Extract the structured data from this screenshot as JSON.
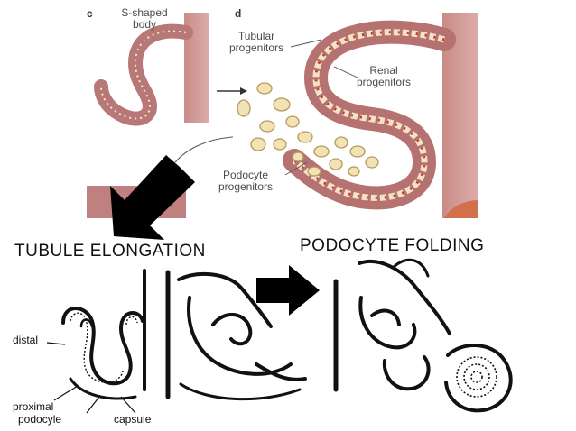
{
  "top_panel": {
    "panel_c_letter": "c",
    "panel_d_letter": "d",
    "s_shaped_body_label": [
      "S-shaped",
      "body"
    ],
    "tubular_progenitors_label": [
      "Tubular",
      "progenitors"
    ],
    "renal_progenitors_label": [
      "Renal",
      "progenitors"
    ],
    "podocyte_progenitors_label": [
      "Podocyte",
      "progenitors"
    ]
  },
  "bottom_panel": {
    "title_left": "TUBULE ELONGATION",
    "title_right": "PODOCYTE FOLDING",
    "label_distal": "distal",
    "label_proximal": "proximal",
    "label_podocyte": "podocyle",
    "label_capsule": "capsule"
  },
  "colors": {
    "tubule_fill": "#c48383",
    "tubule_dark": "#a86a6a",
    "cell_ring": "#f1e3c6",
    "cell_core": "#c23b2c",
    "pink_wall": "#d4a09c",
    "progenitor_cell": "#f2e2b4",
    "arrow": "#000000"
  }
}
